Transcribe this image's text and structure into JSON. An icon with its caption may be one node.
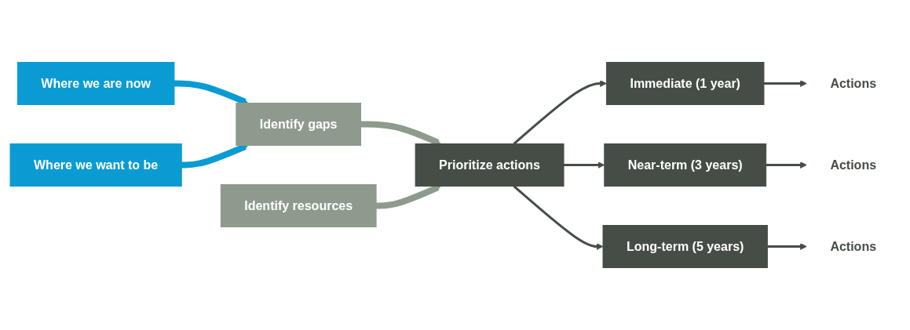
{
  "diagram": {
    "nodes": [
      {
        "text": [
          "Where we are now"
        ]
      },
      {
        "text": [
          "Where we want to be"
        ]
      },
      {
        "text": [
          "Identify gaps"
        ]
      },
      {
        "text": [
          "Identify resources"
        ]
      },
      {
        "text": [
          "Prioritize actions"
        ]
      },
      {
        "text": [
          "Immediate (1 year)"
        ]
      },
      {
        "text": [
          "Near-term (3 years)"
        ]
      },
      {
        "text": [
          "Long-term (5 years)"
        ]
      },
      {
        "text": [
          "Actions"
        ]
      },
      {
        "text": [
          "Actions"
        ]
      },
      {
        "text": [
          "Actions"
        ]
      }
    ],
    "edges": [
      {
        "from": 0,
        "to": 2,
        "arrow": "to",
        "style": "thick",
        "color": "#0a9bd3"
      },
      {
        "from": 1,
        "to": 2,
        "arrow": "to",
        "style": "thick",
        "color": "#0a9bd3"
      },
      {
        "from": 2,
        "to": 4,
        "arrow": "to",
        "style": "thick",
        "color": "#8f9a8e"
      },
      {
        "from": 3,
        "to": 4,
        "arrow": "to",
        "style": "thick",
        "color": "#8f9a8e"
      },
      {
        "from": 4,
        "to": 5,
        "arrow": "to"
      },
      {
        "from": 4,
        "to": 6,
        "arrow": "to"
      },
      {
        "from": 4,
        "to": 7,
        "arrow": "to"
      },
      {
        "from": 5,
        "to": 8,
        "arrow": "to"
      },
      {
        "from": 6,
        "to": 9,
        "arrow": "to"
      },
      {
        "from": 7,
        "to": 10,
        "arrow": "to"
      }
    ]
  }
}
